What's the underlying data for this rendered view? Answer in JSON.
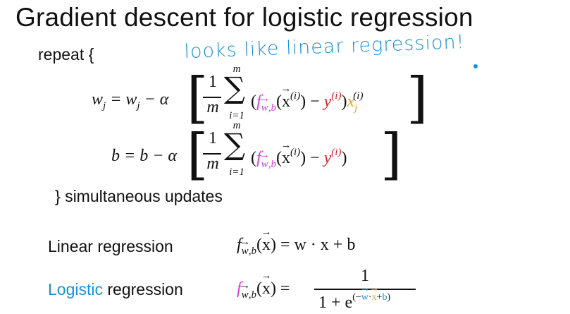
{
  "title": "Gradient descent for logistic regression",
  "annotation": "looks like linear regression!",
  "repeat_label": "repeat {",
  "closing_label": "} simultaneous updates",
  "w_update": {
    "lhs": "w",
    "lhs_sub": "j",
    "rhs_start": "= w",
    "rhs_sub": "j",
    "minus_alpha": "− α",
    "frac_num": "1",
    "frac_den": "m",
    "sum_top": "m",
    "sum_bottom": "i=1",
    "f": "f",
    "f_sub": "w,b",
    "x_sup": "(i)",
    "y": "y",
    "y_sup": "(i)",
    "x_j": "x",
    "x_j_sub": "j",
    "x_j_sup": "(i)"
  },
  "b_update": {
    "lhs": "b",
    "rhs": "= b − α"
  },
  "linear": {
    "label": "Linear regression",
    "formula_rhs": "= w · x + b"
  },
  "logistic": {
    "label_colored": "Logistic",
    "label_rest": " regression",
    "numerator": "1",
    "denominator": "1 + e",
    "exponent": "(−w·x+b)"
  },
  "colors": {
    "handwriting": "#1a8fd6",
    "f_highlight": "#d63ce3",
    "y_highlight": "#d6202a",
    "xj_highlight": "#f2a024",
    "logistic_word": "#1a8fd6"
  }
}
